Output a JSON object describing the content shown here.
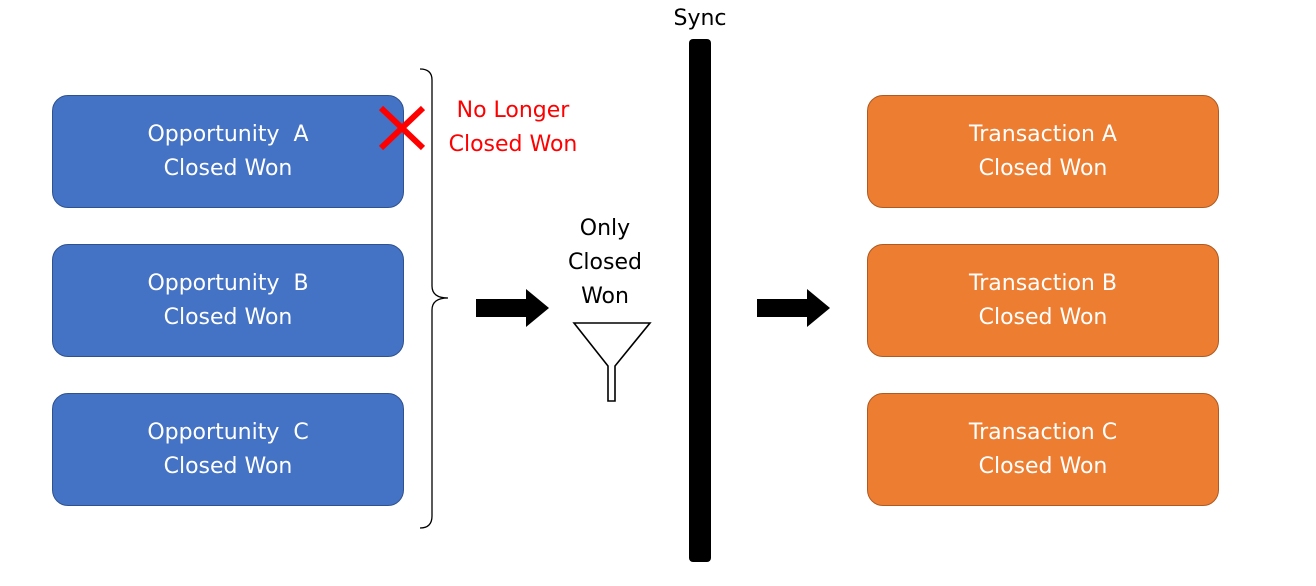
{
  "opportunities": [
    {
      "name": "Opportunity  A",
      "status": "Closed Won"
    },
    {
      "name": "Opportunity  B",
      "status": "Closed Won"
    },
    {
      "name": "Opportunity  C",
      "status": "Closed Won"
    }
  ],
  "transactions": [
    {
      "name": "Transaction A",
      "status": "Closed Won"
    },
    {
      "name": "Transaction B",
      "status": "Closed Won"
    },
    {
      "name": "Transaction C",
      "status": "Closed Won"
    }
  ],
  "removed_note": {
    "line1": "No Longer",
    "line2": "Closed Won"
  },
  "filter_label": {
    "line1": "Only",
    "line2": "Closed",
    "line3": "Won"
  },
  "sync_label": "Sync",
  "colors": {
    "opportunity_fill": "#4472c4",
    "transaction_fill": "#ed7d31",
    "removed_mark": "#ff0000",
    "sync_bar": "#000000"
  },
  "icons": {
    "removed_mark": "x-mark-icon",
    "filter": "funnel-icon",
    "flow": "right-arrow-icon"
  }
}
